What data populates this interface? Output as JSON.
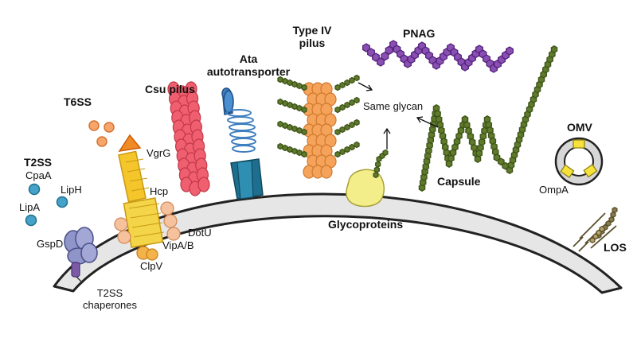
{
  "labels": {
    "t2ss": "T2SS",
    "cpaA": "CpaA",
    "lipH": "LipH",
    "lipA": "LipA",
    "gspD": "GspD",
    "t2ss_chaperones_1": "T2SS",
    "t2ss_chaperones_2": "chaperones",
    "t6ss": "T6SS",
    "vgrG": "VgrG",
    "hcp": "Hcp",
    "dotU": "DotU",
    "vipAB": "VipA/B",
    "clpV": "ClpV",
    "csu_pilus": "Csu pilus",
    "ata_1": "Ata",
    "ata_2": "autotransporter",
    "type4_1": "Type IV",
    "type4_2": "pilus",
    "pnag": "PNAG",
    "same_glycan": "Same glycan",
    "capsule": "Capsule",
    "glycoproteins": "Glycoproteins",
    "omv": "OMV",
    "ompA": "OmpA",
    "los": "LOS"
  },
  "colors": {
    "membrane_fill": "#e6e6e6",
    "membrane_stroke": "#222222",
    "t2ss_blue": "#45a3c9",
    "gspd_purple": "#8f94c9",
    "t6ss_yellow": "#f4c62b",
    "t6ss_tip_orange": "#f08a24",
    "peach": "#f6c29e",
    "csu_red": "#ef5f6f",
    "ata_blue": "#3f7fbf",
    "pilus_orange": "#f5a25b",
    "olive_green": "#5e7a2b",
    "pnag_purple": "#8a4fb3",
    "glyco_yellow": "#f3ee8a",
    "omv_yellow": "#f6e23a",
    "los_brown": "#8a7a4f"
  }
}
